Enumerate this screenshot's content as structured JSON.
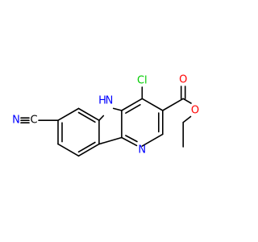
{
  "molecule": {
    "atom_labels": {
      "n_terminal": "N",
      "c_nitrile": "C",
      "nh": "H",
      "n_indole": "N",
      "cl": "Cl",
      "o_carbonyl": "O",
      "o_ester": "O",
      "n_pyridine": "N"
    },
    "colors": {
      "bond": "#000000",
      "nitrogen": "#0000ff",
      "oxygen": "#ff0000",
      "chlorine": "#00cc00",
      "carbon": "#000000"
    }
  }
}
